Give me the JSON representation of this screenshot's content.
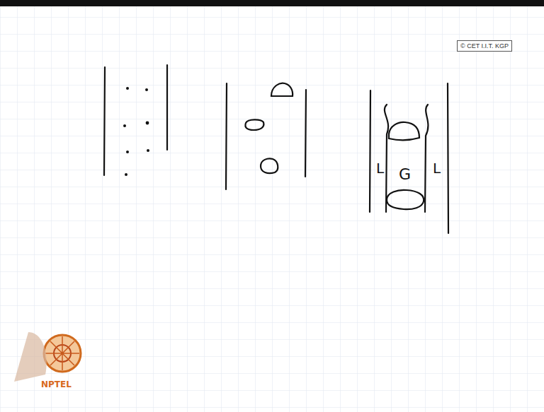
{
  "diagram": {
    "nodes": [
      {
        "text": [
          "© CET I.I.T. KGP"
        ]
      }
    ],
    "labels": [
      "L",
      "G",
      "L",
      "NPTEL"
    ]
  }
}
